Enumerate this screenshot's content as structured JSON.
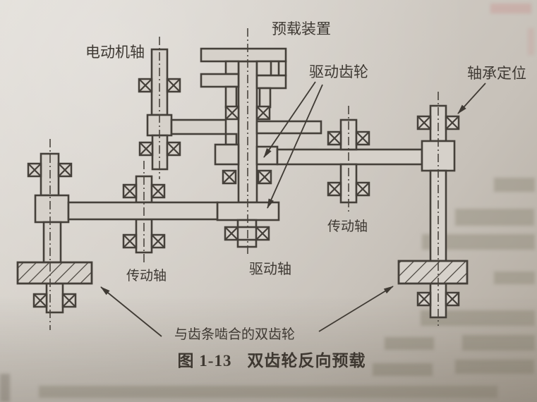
{
  "figure": {
    "labels": {
      "preload_device": "预载装置",
      "motor_shaft": "电动机轴",
      "drive_gear": "驱动齿轮",
      "bearing_positioning": "轴承定位",
      "transmission_shaft_left": "传动轴",
      "drive_shaft": "驱动轴",
      "transmission_shaft_right": "传动轴",
      "rack_meshing_double_gears": "与齿条啮合的双齿轮"
    },
    "caption": {
      "number": "图 1-13",
      "title": "双齿轮反向预载"
    },
    "colors": {
      "ink": "#45403a",
      "paper_light": "#dedad4",
      "paper_dark": "#b0a89d"
    }
  }
}
